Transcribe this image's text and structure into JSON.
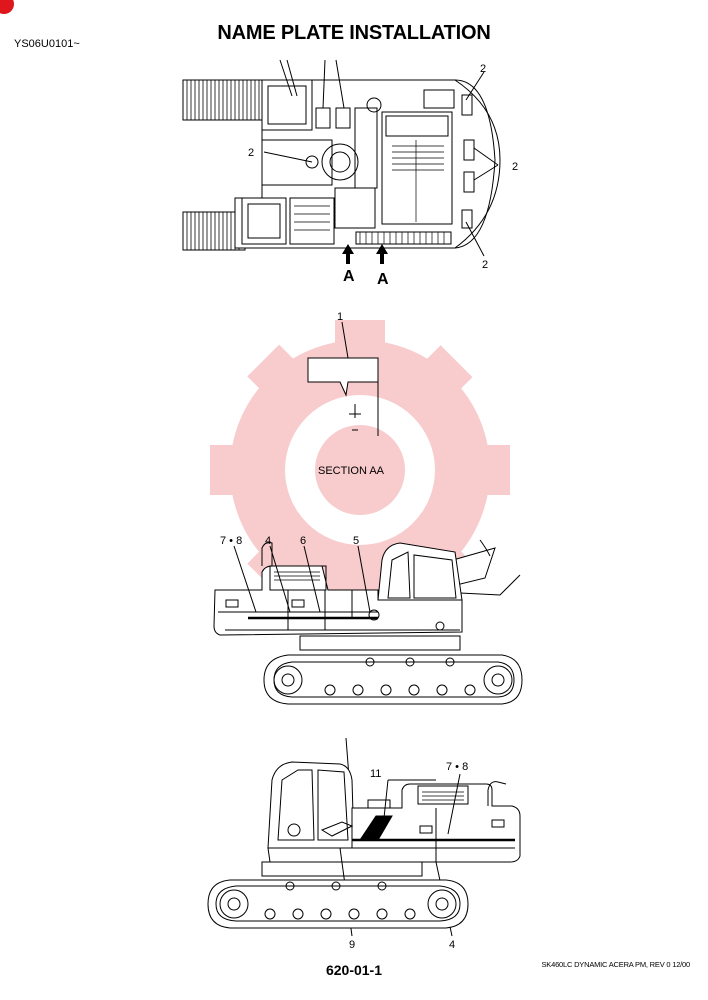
{
  "header": {
    "doc_code": "YS06U0101~",
    "title": "NAME PLATE INSTALLATION"
  },
  "top_view": {
    "callouts": [
      "2",
      "2",
      "2",
      "2"
    ],
    "section_markers": [
      "A",
      "A"
    ]
  },
  "section_view": {
    "callout": "1",
    "caption": "SECTION   AA"
  },
  "left_view": {
    "callouts": [
      "7 • 8",
      "4",
      "6",
      "5"
    ]
  },
  "right_view": {
    "callouts": [
      "11",
      "7 • 8",
      "9",
      "4"
    ]
  },
  "footer": {
    "page_number": "620-01-1",
    "model_note": "SK460LC DYNAMIC ACERA PM, REV 0 12/00"
  },
  "colors": {
    "watermark": "#e0161d",
    "line": "#000000"
  }
}
